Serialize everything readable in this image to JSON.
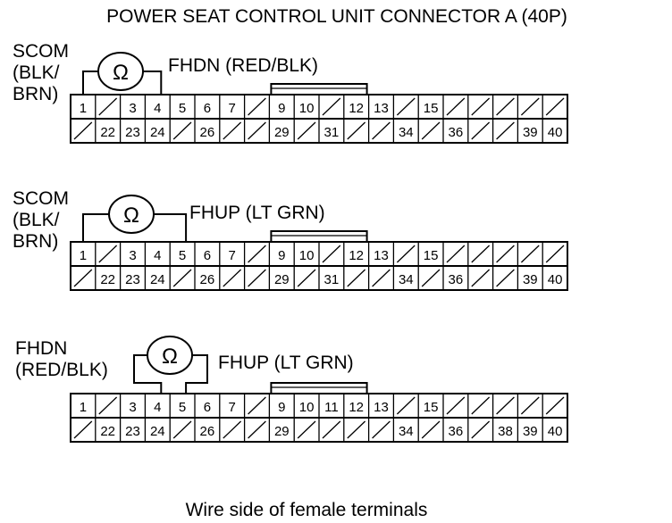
{
  "title": "POWER SEAT CONTROL UNIT CONNECTOR A (40P)",
  "caption": "Wire side of female terminals",
  "meter_symbol": "Ω",
  "diagrams": [
    {
      "left_label_lines": [
        "SCOM",
        "(BLK/",
        "BRN)"
      ],
      "right_label": "FHDN (RED/BLK)",
      "probe_pins": [
        1,
        4
      ],
      "top_row": [
        "1",
        "/",
        "3",
        "4",
        "5",
        "6",
        "7",
        "/",
        "9",
        "10",
        "/",
        "12",
        "13",
        "/",
        "15",
        "/",
        "/",
        "/",
        "/",
        "/"
      ],
      "bottom_row": [
        "/",
        "22",
        "23",
        "24",
        "/",
        "26",
        "/",
        "/",
        "29",
        "/",
        "31",
        "/",
        "/",
        "34",
        "/",
        "36",
        "/",
        "/",
        "39",
        "40"
      ]
    },
    {
      "left_label_lines": [
        "SCOM",
        "(BLK/",
        "BRN)"
      ],
      "right_label": "FHUP (LT GRN)",
      "probe_pins": [
        1,
        5
      ],
      "top_row": [
        "1",
        "/",
        "3",
        "4",
        "5",
        "6",
        "7",
        "/",
        "9",
        "10",
        "/",
        "12",
        "13",
        "/",
        "15",
        "/",
        "/",
        "/",
        "/",
        "/"
      ],
      "bottom_row": [
        "/",
        "22",
        "23",
        "24",
        "/",
        "26",
        "/",
        "/",
        "29",
        "/",
        "31",
        "/",
        "/",
        "34",
        "/",
        "36",
        "/",
        "/",
        "39",
        "40"
      ]
    },
    {
      "left_label_lines": [
        "FHDN",
        "(RED/BLK)"
      ],
      "right_label": "FHUP (LT GRN)",
      "probe_pins": [
        4,
        5
      ],
      "top_row": [
        "1",
        "/",
        "3",
        "4",
        "5",
        "6",
        "7",
        "/",
        "9",
        "10",
        "11",
        "12",
        "13",
        "/",
        "15",
        "/",
        "/",
        "/",
        "/",
        "/"
      ],
      "bottom_row": [
        "/",
        "22",
        "23",
        "24",
        "/",
        "26",
        "/",
        "/",
        "29",
        "/",
        "/",
        "/",
        "/",
        "34",
        "/",
        "36",
        "/",
        "38",
        "39",
        "40"
      ]
    }
  ]
}
